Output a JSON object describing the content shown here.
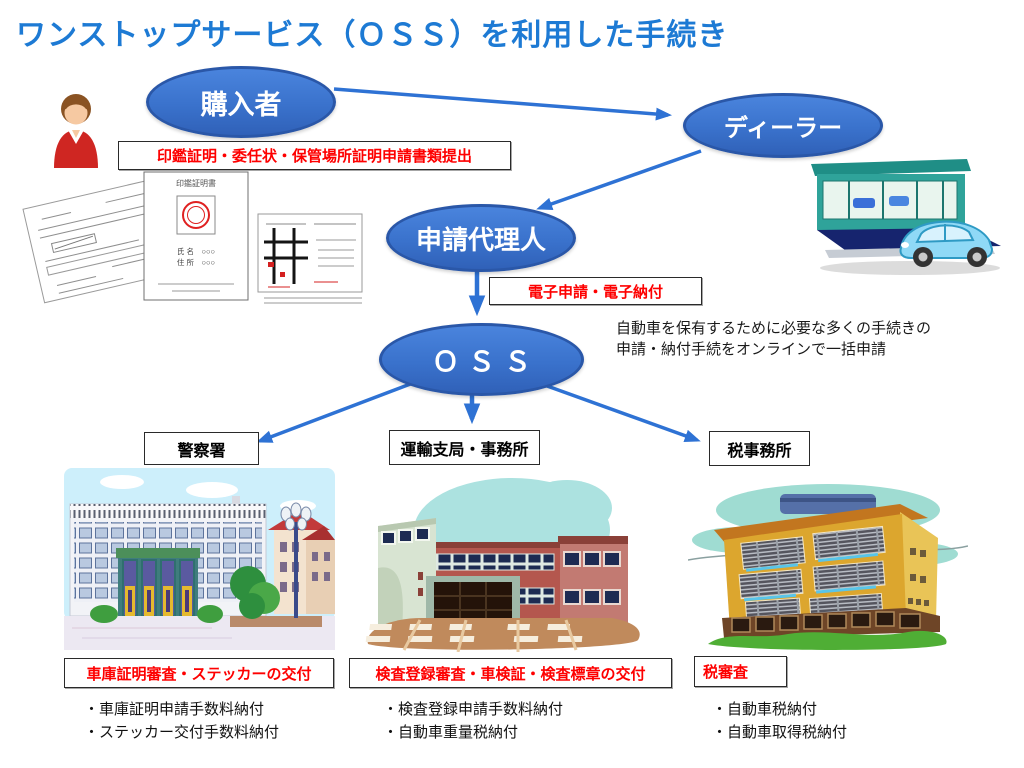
{
  "title": "ワンストップサービス（ＯＳＳ）を利用した手続き",
  "nodes": {
    "buyer": "購入者",
    "dealer": "ディーラー",
    "agent": "申請代理人",
    "oss": "ＯＳＳ"
  },
  "labels": {
    "buyer_documents": "印鑑証明・委任状・保管場所証明申請書類提出",
    "e_apply": "電子申請・電子納付",
    "oss_note_line1": "自動車を保有するために必要な多くの手続きの",
    "oss_note_line2": "申請・納付手続をオンラインで一括申請"
  },
  "offices": [
    {
      "name": "警察署",
      "review": "車庫証明審査・ステッカーの交付",
      "payments": [
        "・車庫証明申請手数料納付",
        "・ステッカー交付手数料納付"
      ]
    },
    {
      "name": "運輸支局・事務所",
      "review": "検査登録審査・車検証・検査標章の交付",
      "payments": [
        "・検査登録申請手数料納付",
        "・自動車重量税納付"
      ]
    },
    {
      "name": "税事務所",
      "review": "税審査",
      "payments": [
        "・自動車税納付",
        "・自動車取得税納付"
      ]
    }
  ],
  "documents": {
    "certificate_title": "印鑑証明書",
    "name_row": "氏 名　○○○",
    "address_row": "住 所　○○○"
  },
  "icons": {
    "person": "person-icon",
    "documents": "documents-illustration",
    "dealer_shop": "dealer-shop-illustration",
    "police_building": "police-station-illustration",
    "transport_building": "transport-office-illustration",
    "tax_building": "tax-office-illustration"
  },
  "colors": {
    "title_blue": "#1d7ad4",
    "node_fill": "#3a72cc",
    "node_border": "#2a57a8",
    "arrow_blue": "#2e72d4",
    "red_text": "#fe0000",
    "box_border": "#2a2a2a"
  }
}
